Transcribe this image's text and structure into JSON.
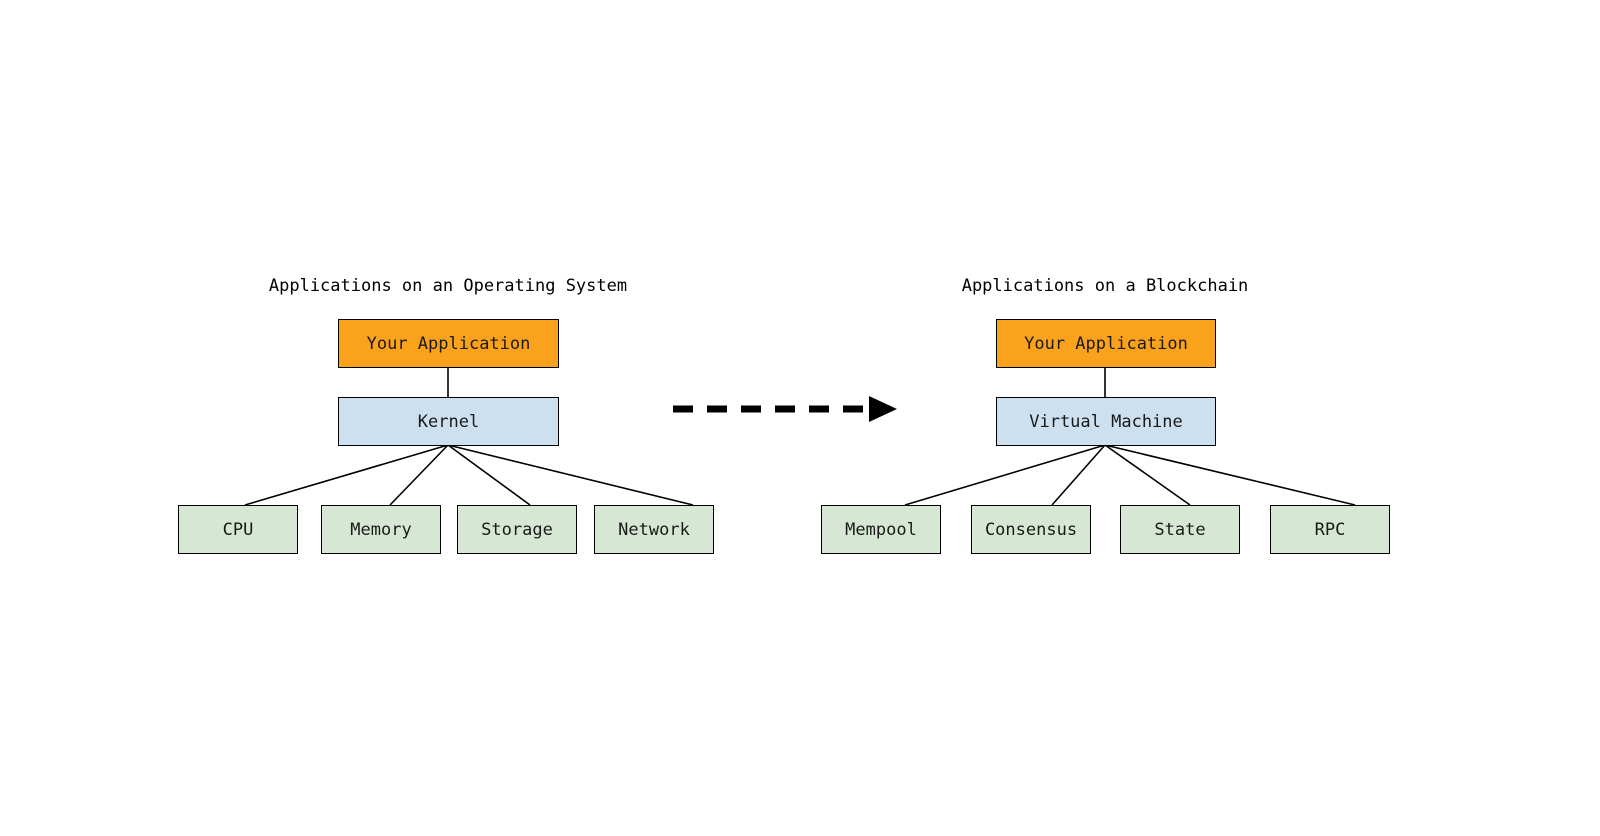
{
  "diagram": {
    "title_left": "Applications on an Operating System",
    "title_right": "Applications on a Blockchain",
    "colors": {
      "application": "#FAA21B",
      "layer": "#CCE0F0",
      "resource": "#D6E8D3",
      "stroke": "#000000",
      "background": "#FFFFFF"
    },
    "transition_arrow": {
      "style": "dashed-arrow-right",
      "label": ""
    },
    "left": {
      "application": "Your Application",
      "layer": "Kernel",
      "resources": [
        "CPU",
        "Memory",
        "Storage",
        "Network"
      ]
    },
    "right": {
      "application": "Your Application",
      "layer": "Virtual Machine",
      "resources": [
        "Mempool",
        "Consensus",
        "State",
        "RPC"
      ]
    }
  }
}
